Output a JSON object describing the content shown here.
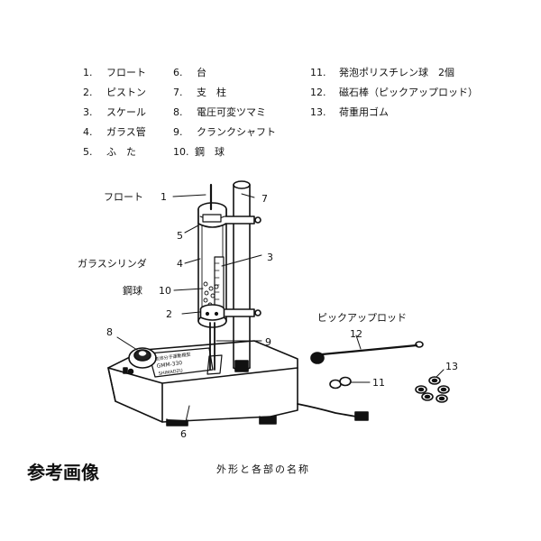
{
  "parts_list": {
    "col1": [
      {
        "num": "1.",
        "label": "フロート"
      },
      {
        "num": "2.",
        "label": "ピストン"
      },
      {
        "num": "3.",
        "label": "スケール"
      },
      {
        "num": "4.",
        "label": "ガラス管"
      },
      {
        "num": "5.",
        "label": "ふ　た"
      }
    ],
    "col2": [
      {
        "num": "6.",
        "label": "台"
      },
      {
        "num": "7.",
        "label": "支　柱"
      },
      {
        "num": "8.",
        "label": "電圧可変ツマミ"
      },
      {
        "num": "9.",
        "label": "クランクシャフト"
      },
      {
        "num": "10.",
        "label": "鋼　球"
      }
    ],
    "col3": [
      {
        "num": "11.",
        "label": "発泡ポリスチレン球　2個"
      },
      {
        "num": "12.",
        "label": "磁石棒（ピックアップロッド）"
      },
      {
        "num": "13.",
        "label": "荷重用ゴム"
      }
    ]
  },
  "diagram": {
    "label_float": "フロート",
    "label_glass_cylinder": "ガラスシリンダ",
    "label_steel_ball": "鋼球",
    "label_pickup_rod": "ピックアップロッド",
    "callouts": {
      "c1": "1",
      "c2": "2",
      "c3": "3",
      "c4": "4",
      "c5": "5",
      "c6": "6",
      "c7": "7",
      "c8": "8",
      "c9": "9",
      "c10": "10",
      "c11": "11",
      "c12": "12",
      "c13": "13"
    },
    "device_text": {
      "model": "GMM-330",
      "brand": "SHIMADZU",
      "plate": "気体分子運動模型"
    }
  },
  "reference_note": "参考画像",
  "caption": "外形と各部の名称"
}
